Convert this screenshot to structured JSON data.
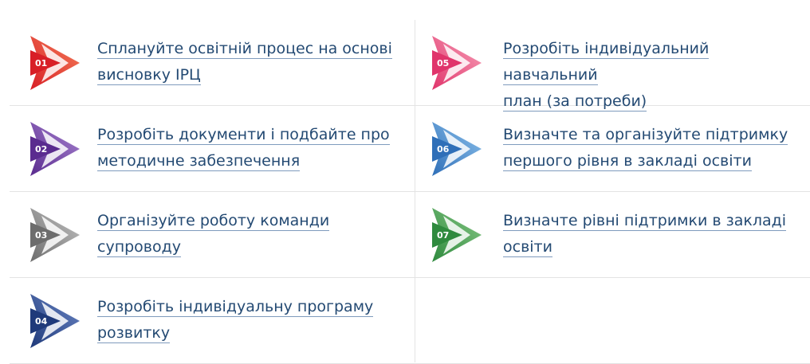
{
  "steps": [
    {
      "num": "01",
      "title": "Сплануйте освітній процес на основі висновку ІРЦ",
      "line1": "Сплануйте освітній процес на основі",
      "line2": "висновку ІРЦ",
      "colors": [
        "#d81f26",
        "#f47d58"
      ]
    },
    {
      "num": "02",
      "title": "Розробіть документи і подбайте про методичне забезпечення",
      "line1": "Розробіть документи і подбайте про",
      "line2": "методичне забезпечення",
      "colors": [
        "#5a2b8f",
        "#a783d0"
      ]
    },
    {
      "num": "03",
      "title": "Організуйте роботу команди супроводу",
      "line1": "Організуйте роботу команди супроводу",
      "line2": "",
      "colors": [
        "#6d6d6d",
        "#c4c4c4"
      ]
    },
    {
      "num": "04",
      "title": "Розробіть індивідуальну програму розвитку",
      "line1": " Розробіть індивідуальну програму",
      "line2": "розвитку",
      "colors": [
        "#1f3a7a",
        "#6a85c4"
      ]
    },
    {
      "num": "05",
      "title": "Розробіть індивідуальний навчальний план (за потреби)",
      "line1": "Розробіть індивідуальний навчальний",
      "line2": "план (за потреби)",
      "colors": [
        "#e0346b",
        "#f7a0b8"
      ]
    },
    {
      "num": "06",
      "title": "Визначте та організуйте підтримку першого рівня в закладі освіти",
      "line1": "Визначте та організуйте підтримку",
      "line2": "першого рівня в закладі освіти",
      "colors": [
        "#2f6fb8",
        "#8dc2ec"
      ]
    },
    {
      "num": "07",
      "title": "Визначте рівні підтримки в закладі освіти",
      "line1": "Визначте рівні підтримки в закладі",
      "line2": "освіти",
      "colors": [
        "#2f8a3e",
        "#86c785"
      ]
    }
  ],
  "link_color": "#244a73"
}
